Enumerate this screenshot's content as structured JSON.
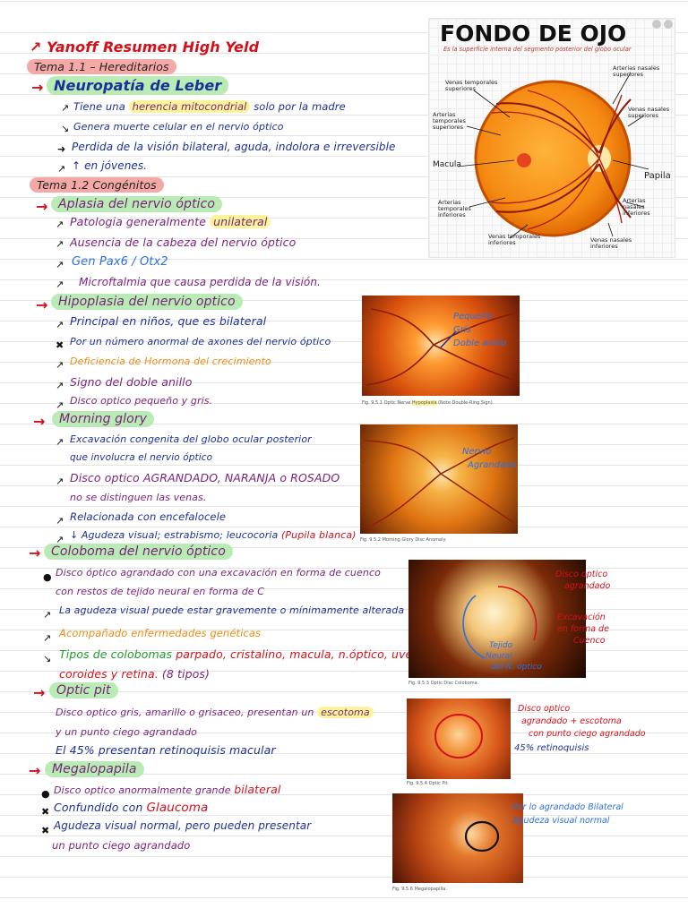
{
  "header": {
    "title": "Yanoff Resumen High Yeld"
  },
  "sections": {
    "tema11": "Tema 1.1 – Hereditarios",
    "leber": {
      "title": "Neuropatía de Leber",
      "l1_pre": "Tiene una",
      "l1_hl": "herencia mitocondrial",
      "l1_post": "solo por la madre",
      "l2": "Genera muerte celular en el nervio óptico",
      "l3": "Perdida de la visión bilateral, aguda, indolora e irreversible",
      "l4": "↑ en jóvenes."
    },
    "tema12": "Tema 1.2 Congénitos",
    "aplasia": {
      "title": "Aplasia del nervio óptico",
      "l1_pre": "Patologia generalmente",
      "l1_hl": "unilateral",
      "l2": "Ausencia de la cabeza del nervio óptico",
      "l3": "Gen Pax6 / Otx2",
      "l4": "Microftalmia que causa perdida de la visión."
    },
    "hipoplasia": {
      "title": "Hipoplasia del nervio optico",
      "l1": "Principal en niños, que es bilateral",
      "l2": "Por un número anormal de axones del nervio óptico",
      "l3": "Deficiencia de Hormona del crecimiento",
      "l4": "Signo del doble anillo",
      "l5": "Disco optico pequeño y gris."
    },
    "morning": {
      "title": "Morning glory",
      "l1": "Excavación congenita del globo ocular posterior",
      "l2": "que involucra el nervio óptico",
      "l3": "Disco optico AGRANDADO, NARANJA o ROSADO",
      "l4": "no se distinguen las venas.",
      "l5": "Relacionada con encefalocele",
      "l6_a": "↓ Agudeza visual; estrabismo; leucocoria",
      "l6_b": "(Pupila blanca)"
    },
    "coloboma": {
      "title": "Coloboma del nervio óptico",
      "l1": "Disco óptico agrandado con una excavación en forma de cuenco",
      "l2": "con restos de tejido neural en forma de C",
      "l3": "La agudeza visual puede estar gravemente o mínimamente alterada",
      "l4": "Acompañado enfermedades genéticas",
      "l5_a": "Tipos de colobomas",
      "l5_b": "parpado, cristalino, macula, n.óptico, uvea, iris",
      "l6_a": "coroides y retina.",
      "l6_b": "(8 tipos)"
    },
    "opticpit": {
      "title": "Optic pit",
      "l1_pre": "Disco optico gris, amarillo o grisaceo, presentan un",
      "l1_hl": "escotoma",
      "l2": "y un punto ciego agrandado",
      "l3": "El 45% presentan retinoquisis macular"
    },
    "megalopapila": {
      "title": "Megalopapila",
      "l1_pre": "Disco optico anormalmente grande",
      "l1_hl": "bilateral",
      "l2_pre": "Confundido con",
      "l2_hl": "Glaucoma",
      "l3": "Agudeza visual normal, pero pueden presentar",
      "l4": "un punto ciego agrandado"
    }
  },
  "diagram": {
    "title": "FONDO DE OJO",
    "subtitle": "Es la superficie interna del segmento posterior del globo ocular",
    "labels": {
      "venas_temp_sup": "Venas temporales superiores",
      "arterias_temp_sup": "Arterias temporales superiores",
      "macula": "Macula",
      "arterias_temp_inf": "Arterias temporales inferiores",
      "venas_temp_inf": "Venas temporales inferiores",
      "arterias_nas_sup": "Arterias nasales superiores",
      "venas_nas_sup": "Venas nasales superiores",
      "papila": "Papila",
      "arterias_nas_inf": "Arterias nasales inferiores",
      "venas_nas_inf": "Venas nasales inferiores"
    }
  },
  "figures": {
    "fig1": {
      "caption_pre": "Fig. 9.5.1  Optic Nerve",
      "caption_hl": "Hypoplasia",
      "caption_post": "(Note Double-Ring Sign).",
      "note1": "Pequeño",
      "note2": "Gris",
      "note3": "Doble anillo"
    },
    "fig2": {
      "caption": "Fig. 9.5.2  Morning Glory Disc Anomaly.",
      "note1": "Nervio",
      "note2": "Agrandado"
    },
    "fig3": {
      "caption": "Fig. 9.5.3  Optic Disc Coloboma.",
      "note1": "Disco optico",
      "note2": "agrandado",
      "note3": "Excavación",
      "note4": "en forma de",
      "note5": "Cuenco",
      "note6": "Tejido",
      "note7": "Neural",
      "note8": "del N. óptico"
    },
    "fig4": {
      "caption": "Fig. 9.5.4  Optic Pit.",
      "note1": "Disco optico",
      "note2": "agrandado + escotoma",
      "note3": "con punto ciego agrandado",
      "note4": "45% retinoquisis"
    },
    "fig5": {
      "caption": "Fig. 9.5.6  Megalopapilla.",
      "note1": "Por lo agrandado Bilateral",
      "note2": "Agudeza visual normal"
    }
  },
  "colors": {
    "red_ink": "#d4111a",
    "blue_ink": "#1b2f9b",
    "purple_ink": "#7a1f7a",
    "orange_ink": "#f08a12",
    "red_highlight": "#f4a9a6",
    "green_highlight": "#b8ecb4",
    "yellow_highlight": "#fbf49a"
  }
}
